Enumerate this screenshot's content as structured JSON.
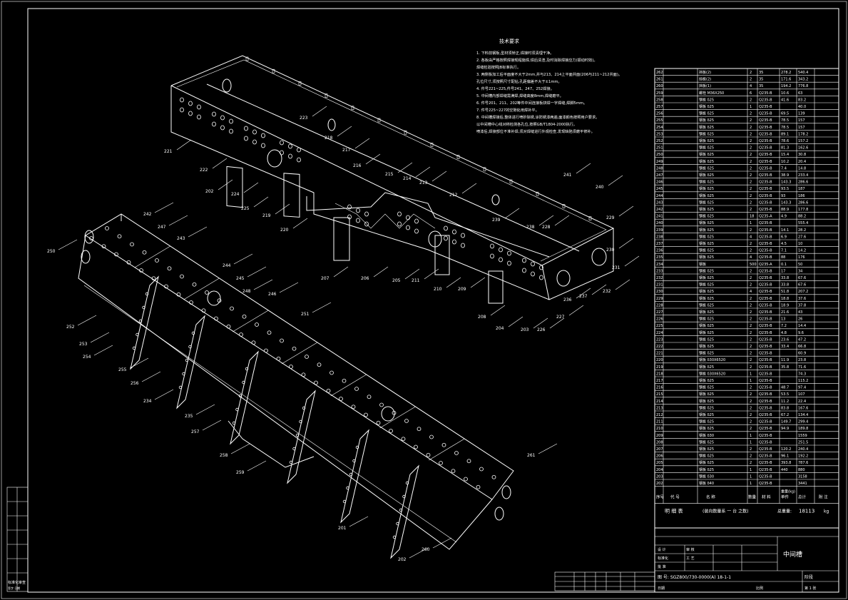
{
  "notes": {
    "title": "技术要求",
    "lines": [
      "1. 下料前钢板,型材须矫正,焊接时须清理干净。",
      "2. 各板由严格按照焊接规程施焊,焊后清渣,及时消除焊接应力(振动时效)。",
      "   焊缝检验按照JB标准执行。",
      "3. 两侧板加工后平面度不大于2mm,并与213、214上平面共面(206与211~212共面)。",
      "   孔位尺寸,须按照尺寸配钻,孔距偏差不大于±1mm。",
      "4. 件号221~225,件号241、247、252焊接。",
      "5. 中间槽内部焊缝需满焊,焊缝高度8mm,焊缝磨平。",
      "6. 件号201、211、202等件中间连接板拼焊一字焊缝,焊脚5mm。",
      "7. 件号225~227的空隙处用焊补平。",
      "8. 中间槽焊接后,整体进行喷砂除锈,涂防锈漆两遍,面漆颜色按照用户要求。",
      "   以中间槽中心线对称检测各孔位,按照GB/T1804-2000执行。",
      "   喷漆后,焊接部位不准补焊,须对焊缝进行外观检查,发现缺陷须磨平修补。"
    ]
  },
  "upper_labels": [
    "221",
    "222",
    "223",
    "202",
    "224",
    "225",
    "219",
    "220",
    "218",
    "217",
    "216",
    "215",
    "214",
    "213",
    "212",
    "207",
    "206",
    "205",
    "211",
    "210",
    "209",
    "208",
    "204",
    "203",
    "227",
    "237",
    "236",
    "232",
    "231",
    "230",
    "229",
    "228",
    "238",
    "239",
    "240",
    "241",
    "226"
  ],
  "lower_labels": [
    "242",
    "247",
    "243",
    "250",
    "244",
    "245",
    "248",
    "246",
    "251",
    "252",
    "253",
    "254",
    "255",
    "256",
    "234",
    "235",
    "257",
    "258",
    "259",
    "201",
    "202",
    "260",
    "261"
  ],
  "bom": {
    "rows": [
      [
        "262",
        "",
        "挡板(2)",
        "2",
        "35",
        "278.2",
        "540.4"
      ],
      [
        "261",
        "",
        "挡板(2)",
        "2",
        "35",
        "171.6",
        "343.2"
      ],
      [
        "260",
        "",
        "挡板(1)",
        "4",
        "35",
        "194.2",
        "776.8"
      ],
      [
        "259",
        "",
        "螺栓 M36X250",
        "6",
        "Q235-B",
        "10.6",
        "63"
      ],
      [
        "258",
        "",
        "钢板 δ25",
        "2",
        "Q235-B",
        "41.6",
        "83.2"
      ],
      [
        "257",
        "",
        "钢板 δ25",
        "1",
        "Q235-B",
        "",
        "40.0"
      ],
      [
        "256",
        "",
        "钢板 δ25",
        "2",
        "Q235-B",
        "69.5",
        "139"
      ],
      [
        "255",
        "",
        "钢板 δ25",
        "2",
        "Q235-B",
        "78.5",
        "157"
      ],
      [
        "254",
        "",
        "钢板 δ25",
        "2",
        "Q235-B",
        "78.5",
        "157"
      ],
      [
        "253",
        "",
        "钢板 δ25",
        "2",
        "Q235-B",
        "89.1",
        "178.2"
      ],
      [
        "252",
        "",
        "钢板 δ25",
        "2",
        "Q235-B",
        "78.6",
        "157.2"
      ],
      [
        "251",
        "",
        "钢板 δ25",
        "2",
        "Q235-B",
        "81.3",
        "162.6"
      ],
      [
        "250",
        "",
        "钢板 δ25",
        "2",
        "Q235-B",
        "15.4",
        "30.8"
      ],
      [
        "249",
        "",
        "钢板 δ25",
        "2",
        "Q235-B",
        "10.2",
        "20.4"
      ],
      [
        "248",
        "",
        "钢板 δ25",
        "2",
        "Q235-B",
        "7.4",
        "14.8"
      ],
      [
        "247",
        "",
        "钢板 δ25",
        "2",
        "Q235-B",
        "38.9",
        "233.4"
      ],
      [
        "246",
        "",
        "钢板 δ25",
        "2",
        "Q235-B",
        "143.3",
        "286.6"
      ],
      [
        "245",
        "",
        "钢板 δ25",
        "2",
        "Q235-B",
        "93.5",
        "187"
      ],
      [
        "244",
        "",
        "钢板 δ25",
        "2",
        "Q235-B",
        "93",
        "186"
      ],
      [
        "243",
        "",
        "钢板 δ25",
        "2",
        "Q235-B",
        "143.3",
        "286.6"
      ],
      [
        "242",
        "",
        "钢板 δ25",
        "2",
        "Q235-B",
        "88.9",
        "177.8"
      ],
      [
        "241",
        "",
        "钢板 δ25",
        "18",
        "Q235-A",
        "4.9",
        "88.2"
      ],
      [
        "240",
        "",
        "钢板 δ25",
        "1",
        "Q235-B",
        "",
        "555.4"
      ],
      [
        "239",
        "",
        "钢板 δ25",
        "2",
        "Q235-B",
        "14.1",
        "28.2"
      ],
      [
        "238",
        "",
        "钢板 δ25",
        "4",
        "Q235-B",
        "6.9",
        "27.6"
      ],
      [
        "237",
        "",
        "钢板 δ25",
        "2",
        "Q235-B",
        "4.5",
        "10"
      ],
      [
        "236",
        "",
        "钢板 δ25",
        "2",
        "Q235-B",
        "7.1",
        "14.2"
      ],
      [
        "235",
        "",
        "钢板 δ25",
        "4",
        "Q235-B",
        "88",
        "176"
      ],
      [
        "234",
        "",
        "钢板",
        "500",
        "Q235-A",
        "0.1",
        "50"
      ],
      [
        "233",
        "",
        "钢板 δ25",
        "2",
        "Q235-B",
        "17",
        "34"
      ],
      [
        "232",
        "",
        "钢板 δ25",
        "2",
        "Q235-B",
        "33.8",
        "67.6"
      ],
      [
        "231",
        "",
        "钢板 δ25",
        "2",
        "Q235-B",
        "33.8",
        "67.6"
      ],
      [
        "230",
        "",
        "钢板 δ25",
        "4",
        "Q235-B",
        "51.8",
        "207.2"
      ],
      [
        "229",
        "",
        "钢板 δ25",
        "2",
        "Q235-B",
        "18.8",
        "37.6"
      ],
      [
        "228",
        "",
        "钢板 δ25",
        "2",
        "Q235-B",
        "18.9",
        "37.8"
      ],
      [
        "227",
        "",
        "钢板 δ25",
        "2",
        "Q235-B",
        "21.6",
        "43"
      ],
      [
        "226",
        "",
        "钢板 δ25",
        "2",
        "Q235-B",
        "13",
        "26"
      ],
      [
        "225",
        "",
        "钢板 δ25",
        "2",
        "Q235-B",
        "7.2",
        "14.4"
      ],
      [
        "224",
        "",
        "钢板 δ25",
        "2",
        "Q235-B",
        "4.8",
        "9.6"
      ],
      [
        "223",
        "",
        "钢板 δ25",
        "2",
        "Q235-B",
        "23.6",
        "47.2"
      ],
      [
        "222",
        "",
        "钢板 δ25",
        "2",
        "Q235-B",
        "33.4",
        "66.8"
      ],
      [
        "221",
        "",
        "钢板 δ25",
        "2",
        "Q235-B",
        "",
        "60.9"
      ],
      [
        "220",
        "",
        "钢板 δ30X6520",
        "2",
        "Q235-B",
        "11.9",
        "23.8"
      ],
      [
        "219",
        "",
        "钢板 δ25",
        "2",
        "Q235-B",
        "35.8",
        "71.6"
      ],
      [
        "218",
        "",
        "钢板 δ30X6520",
        "1",
        "Q235-B",
        "",
        "74.3"
      ],
      [
        "217",
        "",
        "钢板 δ25",
        "1",
        "Q235-B",
        "",
        "115.2"
      ],
      [
        "216",
        "",
        "钢板 δ25",
        "2",
        "Q235-B",
        "48.7",
        "97.4"
      ],
      [
        "215",
        "",
        "钢板 δ25",
        "2",
        "Q235-B",
        "53.5",
        "107"
      ],
      [
        "214",
        "",
        "钢板 δ25",
        "2",
        "Q235-B",
        "11.2",
        "22.4"
      ],
      [
        "213",
        "",
        "钢板 δ25",
        "2",
        "Q235-B",
        "83.8",
        "167.6"
      ],
      [
        "212",
        "",
        "钢板 δ25",
        "2",
        "Q235-B",
        "67.2",
        "134.4"
      ],
      [
        "211",
        "",
        "钢板 δ25",
        "2",
        "Q235-B",
        "149.7",
        "299.4"
      ],
      [
        "210",
        "",
        "钢板 δ25",
        "2",
        "Q235-B",
        "94.9",
        "189.8"
      ],
      [
        "209",
        "",
        "钢板 δ30",
        "1",
        "Q235-B",
        "",
        "1559"
      ],
      [
        "208",
        "",
        "钢板 δ25",
        "1",
        "Q235-B",
        "",
        "251.5"
      ],
      [
        "207",
        "",
        "钢板 δ25",
        "2",
        "Q235-B",
        "120.2",
        "240.4"
      ],
      [
        "206",
        "",
        "钢板 δ25",
        "2",
        "Q235-B",
        "96.1",
        "192.2"
      ],
      [
        "205",
        "",
        "钢板 δ25",
        "2",
        "Q235-B",
        "393.8",
        "787.6"
      ],
      [
        "204",
        "",
        "钢板 δ25",
        "1",
        "Q235-B",
        "440",
        "880"
      ],
      [
        "203",
        "",
        "钢板 δ30",
        "1",
        "Q235-B",
        "",
        "3158"
      ],
      [
        "202",
        "",
        "钢板 δ40",
        "1",
        "Q235-B",
        "",
        "3441"
      ]
    ],
    "header": [
      "序号",
      "代 号",
      "名 称",
      "数量",
      "材 料",
      "单件",
      "总计",
      "附 注"
    ],
    "header_sub": "重量(kg)",
    "footer_title": "明 细 表",
    "footer_note": "(装向数量系 一 台 之数)",
    "total_label": "总重量:",
    "total_value": "18113",
    "total_unit": "kg"
  },
  "title_block": {
    "drawing_name": "中间槽",
    "code": "图 号: SGZ800/730-0000(A) 18-1-1",
    "rows": [
      "设 计",
      "审 核",
      "标准化",
      "工 艺",
      "批 准"
    ],
    "stage": "阶段",
    "scale": "比例",
    "sheet": "第 1 张",
    "date": "日期"
  },
  "stamp_lines": [
    "标准化审查",
    "签字 日期"
  ],
  "ui": {
    "label_201": "201",
    "label_202": "202"
  },
  "colors": {
    "background": "#000000",
    "lines": "#ffffff"
  }
}
